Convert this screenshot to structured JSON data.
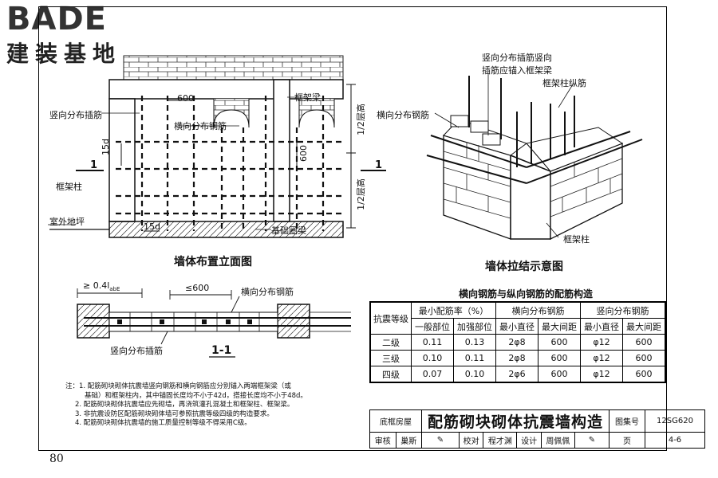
{
  "logo": {
    "top": "BADE",
    "bottom": "建装基地"
  },
  "page_number": "80",
  "elevation": {
    "title": "墙体布置立面图",
    "labels": {
      "dim600_top": "600",
      "frame_beam": "框架梁",
      "vertical_bar": "竖向分布插筋",
      "horizontal_bar": "横向分布钢筋",
      "d15_left": "15d",
      "dim600_right": "600",
      "section_mark": "1",
      "frame_column": "框架柱",
      "ground": "室外地坪",
      "d15_bottom": "15d",
      "foundation_beam": "基础圈梁",
      "half_height_top": "1/2层高",
      "half_height_bottom": "1/2层高",
      "section_mark_right": "1"
    }
  },
  "section": {
    "title": "1-1",
    "labels": {
      "lap_length": "≥ 0.4l",
      "lap_sub": "abE",
      "spacing": "≤600",
      "horizontal_bar": "横向分布钢筋",
      "vertical_bar": "竖向分布插筋"
    }
  },
  "axo": {
    "title": "墙体拉结示意图",
    "labels": {
      "vertical_anchor_1": "竖向分布插筋竖向",
      "vertical_anchor_2": "插筋应锚入框架梁",
      "column_longitudinal": "框架柱纵筋",
      "horizontal_bar": "横向分布钢筋",
      "frame_column": "框架柱"
    }
  },
  "spec_table": {
    "title": "横向钢筋与纵向钢筋的配筋构造",
    "header_row1": {
      "grade": "抗震等级",
      "min_ratio": "最小配筋率（%）",
      "horizontal": "横向分布钢筋",
      "vertical": "竖向分布钢筋"
    },
    "header_row2": [
      "一般部位",
      "加强部位",
      "最小直径",
      "最大间距",
      "最小直径",
      "最大间距"
    ],
    "rows": [
      {
        "grade": "二级",
        "general": "0.11",
        "strengthened": "0.13",
        "h_dia": "2φ8",
        "h_spacing": "600",
        "v_dia": "φ12",
        "v_spacing": "600"
      },
      {
        "grade": "三级",
        "general": "0.10",
        "strengthened": "0.11",
        "h_dia": "2φ8",
        "h_spacing": "600",
        "v_dia": "φ12",
        "v_spacing": "600"
      },
      {
        "grade": "四级",
        "general": "0.07",
        "strengthened": "0.10",
        "h_dia": "2φ6",
        "h_spacing": "600",
        "v_dia": "φ12",
        "v_spacing": "600"
      }
    ]
  },
  "notes": [
    "注：1. 配筋砌块砌体抗震墙竖向钢筋和横向钢筋应分别锚入两端框架梁（或",
    "基础）和框架柱内，其中锚固长度均不小于42d，搭接长度均不小于48d。",
    "2. 配筋砌块砌体抗震墙应先砌墙，再浇筑灌孔混凝土和框架柱、框架梁。",
    "3. 非抗震设防区配筋砌块砌体墙可参照抗震等级四级的构造要求。",
    "4. 配筋砌块砌体抗震墙的施工质量控制等级不得采用C级。"
  ],
  "title_block": {
    "category": "底框房屋",
    "main_title": "配筋砌块砌体抗震墙构造",
    "atlas_label": "图集号",
    "atlas_no": "12SG620",
    "review_label": "审核",
    "reviewer": "巢斯",
    "check_label": "校对",
    "checker": "程才渊",
    "design_label": "设计",
    "designer": "周佩佩",
    "page_label": "页",
    "page_no": "4-6"
  }
}
